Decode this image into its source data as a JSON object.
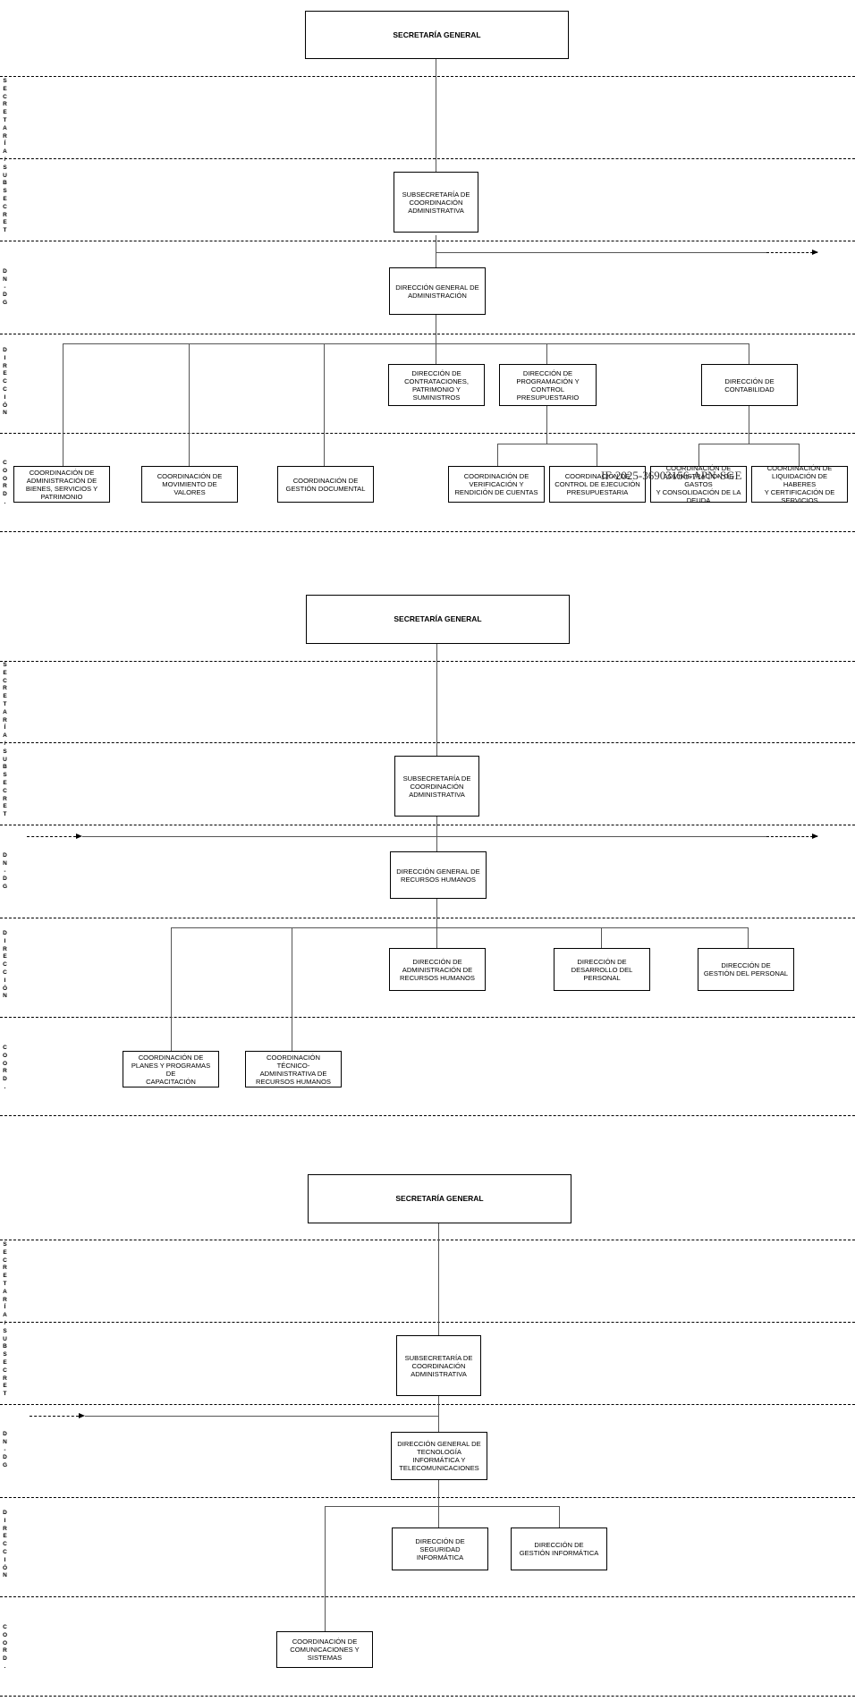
{
  "watermark": "IF-2025-36903156-APN-SGE",
  "band_labels": {
    "secretaria_subsecret": "SECRETARÍA/SUBSECRET",
    "dn_dg": "DN-DG",
    "direccion": "DIRECCIÓN",
    "coord": "COORD."
  },
  "chart1": {
    "secretaria": "SECRETARÍA GENERAL",
    "subsecretaria": "SUBSECRETARÍA DE\nCOORDINACIÓN\nADMINISTRATIVA",
    "dg": "DIRECCIÓN GENERAL DE\nADMINISTRACIÓN",
    "dir_contrataciones": "DIRECCIÓN DE\nCONTRATACIONES,\nPATRIMONIO Y\nSUMINISTROS",
    "dir_programacion": "DIRECCIÓN DE\nPROGRAMACIÓN Y\nCONTROL\nPRESUPUESTARIO",
    "dir_contabilidad": "DIRECCIÓN DE\nCONTABILIDAD",
    "coord_bienes": "COORDINACIÓN DE\nADMINISTRACIÓN DE\nBIENES, SERVICIOS Y\nPATRIMONIO",
    "coord_valores": "COORDINACIÓN DE\nMOVIMIENTO DE\nVALORES",
    "coord_documental": "COORDINACIÓN DE\nGESTIÓN DOCUMENTAL",
    "coord_verificacion": "COORDINACIÓN DE\nVERIFICACIÓN Y\nRENDICIÓN DE CUENTAS",
    "coord_control": "COORDINACIÓN DE\nCONTROL DE EJECUCIÓN\nPRESUPUESTARIA",
    "coord_deuda": "COORDINACIÓN DE\nADMINISTRACIÓN DE GASTOS\nY CONSOLIDACIÓN DE LA\nDEUDA",
    "coord_haberes": "COORDINACIÓN DE\nLIQUIDACIÓN DE HABERES\nY CERTIFICACIÓN DE\nSERVICIOS"
  },
  "chart2": {
    "secretaria": "SECRETARÍA GENERAL",
    "subsecretaria": "SUBSECRETARÍA DE\nCOORDINACIÓN\nADMINISTRATIVA",
    "dg": "DIRECCIÓN GENERAL DE\nRECURSOS HUMANOS",
    "dir_admin_rrhh": "DIRECCIÓN DE\nADMINISTRACIÓN DE\nRECURSOS HUMANOS",
    "dir_desarrollo": "DIRECCIÓN DE\nDESARROLLO DEL\nPERSONAL",
    "dir_gestion_personal": "DIRECCIÓN DE\nGESTIÓN DEL PERSONAL",
    "coord_planes": "COORDINACIÓN DE\nPLANES Y PROGRAMAS DE\nCAPACITACIÓN",
    "coord_tecnico": "COORDINACIÓN\nTÉCNICO-\nADMINISTRATIVA DE\nRECURSOS HUMANOS"
  },
  "chart3": {
    "secretaria": "SECRETARÍA GENERAL",
    "subsecretaria": "SUBSECRETARÍA DE\nCOORDINACIÓN\nADMINISTRATIVA",
    "dg": "DIRECCIÓN GENERAL DE\nTECNOLOGÍA\nINFORMÁTICA Y\nTELECOMUNICACIONES",
    "dir_seguridad": "DIRECCIÓN DE\nSEGURIDAD\nINFORMÁTICA",
    "dir_gestion_informatica": "DIRECCIÓN DE\nGESTIÓN INFORMÁTICA",
    "coord_comunicaciones": "COORDINACIÓN DE\nCOMUNICACIONES Y\nSISTEMAS"
  }
}
